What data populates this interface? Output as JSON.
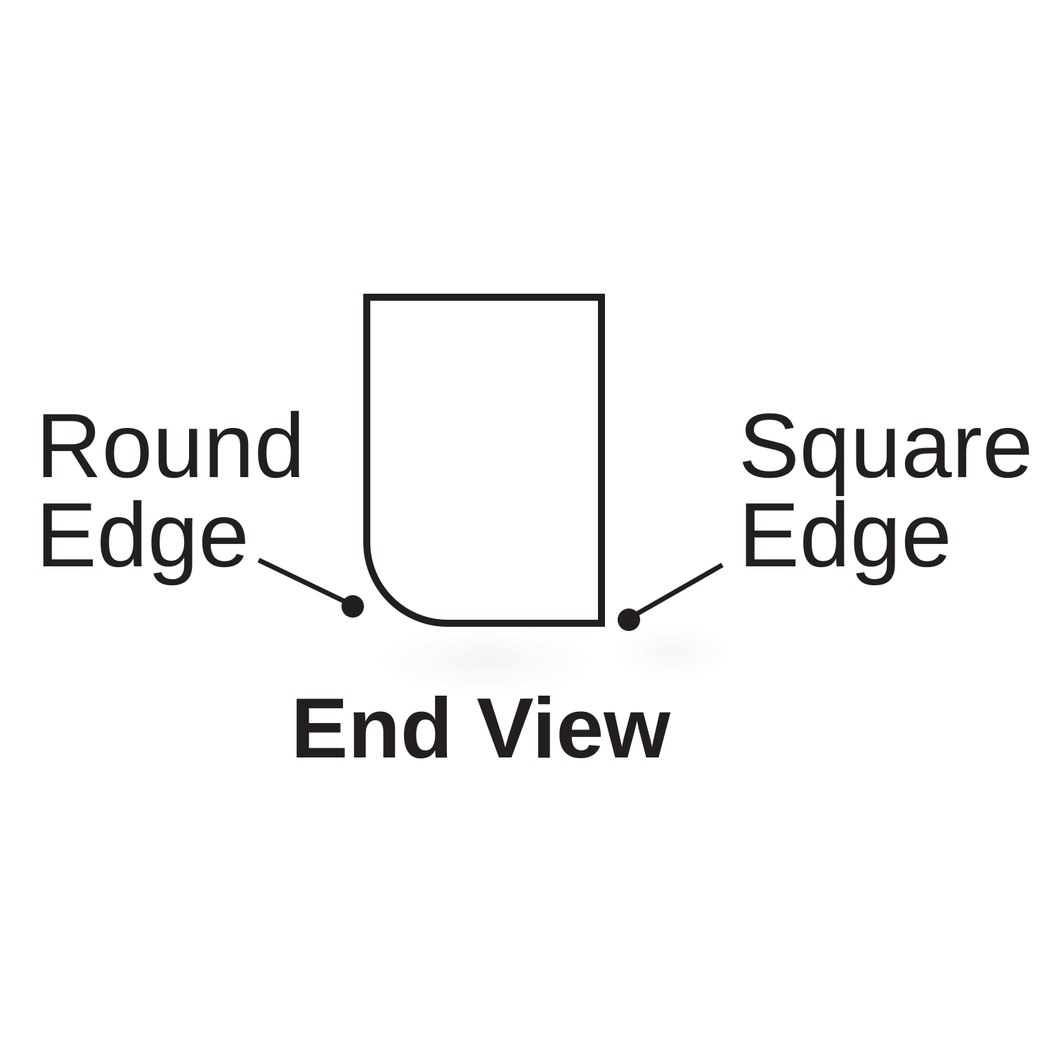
{
  "diagram": {
    "caption": "End View",
    "labels": {
      "round_edge": {
        "line1": "Round",
        "line2": "Edge"
      },
      "square_edge": {
        "line1": "Square",
        "line2": "Edge"
      }
    },
    "colors": {
      "ink": "#231f20",
      "background": "#ffffff"
    }
  }
}
